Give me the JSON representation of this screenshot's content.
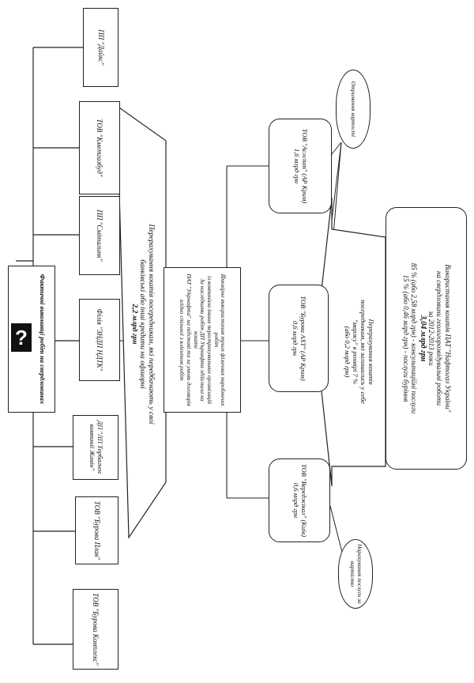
{
  "contractors": [
    {
      "name": "ПП \"Дайкс\""
    },
    {
      "name": "ТОВ \"Кметгазбуд\""
    },
    {
      "name": "ПП \"Сміталинк\""
    },
    {
      "name": "Філія \"ЗНДП НДТК\""
    },
    {
      "name": "ДП \"ЛП Торбагнос компанії Жавін\""
    },
    {
      "name": "ТОВ \"Бурова Плав\""
    },
    {
      "name": "ТОВ \"Бурова Комплекс\""
    }
  ],
  "unknown_box": {
    "symbol": "?",
    "text": "Фактичні виконавці робіт на свердловинах"
  },
  "banner_text": {
    "line1": "Перерахування коштів посередникам, які передбачають у свої",
    "line2": "банківські або інші кредити на офшорні",
    "amount": "2,2 млрд грн"
  },
  "center_box": {
    "line1": "Ймовірне використання трьох фізичних виробничих робіт",
    "line2": "із компанією інших перестрахувальних організацій",
    "line3": "За наслідками робіт ДП Укрнафта здійснила на",
    "line4": "кошти",
    "line5": "ПАТ \"Укрнафта\" на підставі та за умови договорів",
    "line6": "згідно спільної з клієнтом робіт"
  },
  "intermediaries": [
    {
      "name": "ТОВ \"Аслсінт\" (АР Крим)",
      "amount": "1,6 млрд грн"
    },
    {
      "name": "ТОВ \"Бурова АХТ\" (АР Крим)",
      "amount": "0,6 млрд грн"
    },
    {
      "name": "ТОВ \"Вереджікал\" (Київ)",
      "amount": "0,6 млрд грн"
    }
  ],
  "middle_arrow_text": {
    "line1": "Перерахування коштів",
    "line2": "посередникам, які залишались у себе",
    "line3": "\"маржу\" в розмірі 7 %",
    "line4": "(або 0,2 млрд грн)"
  },
  "usage_box": {
    "line1": "Використання коштів ПАТ \"Нафтогаз України\"",
    "line2": "на свердловини геологорозвідувальні роботи",
    "line3": "за 2012-2013 роки",
    "amount": "3,04 млрд грн",
    "line5": "85 % (або 2,58 млрд грн) - консультаційні послуги",
    "line6": "15 % (або 0,46 млрд грн) - послуги буріння"
  },
  "callouts": [
    {
      "text": "Отримання вартості"
    },
    {
      "text": "Нарахування послуги за вартістю"
    }
  ]
}
